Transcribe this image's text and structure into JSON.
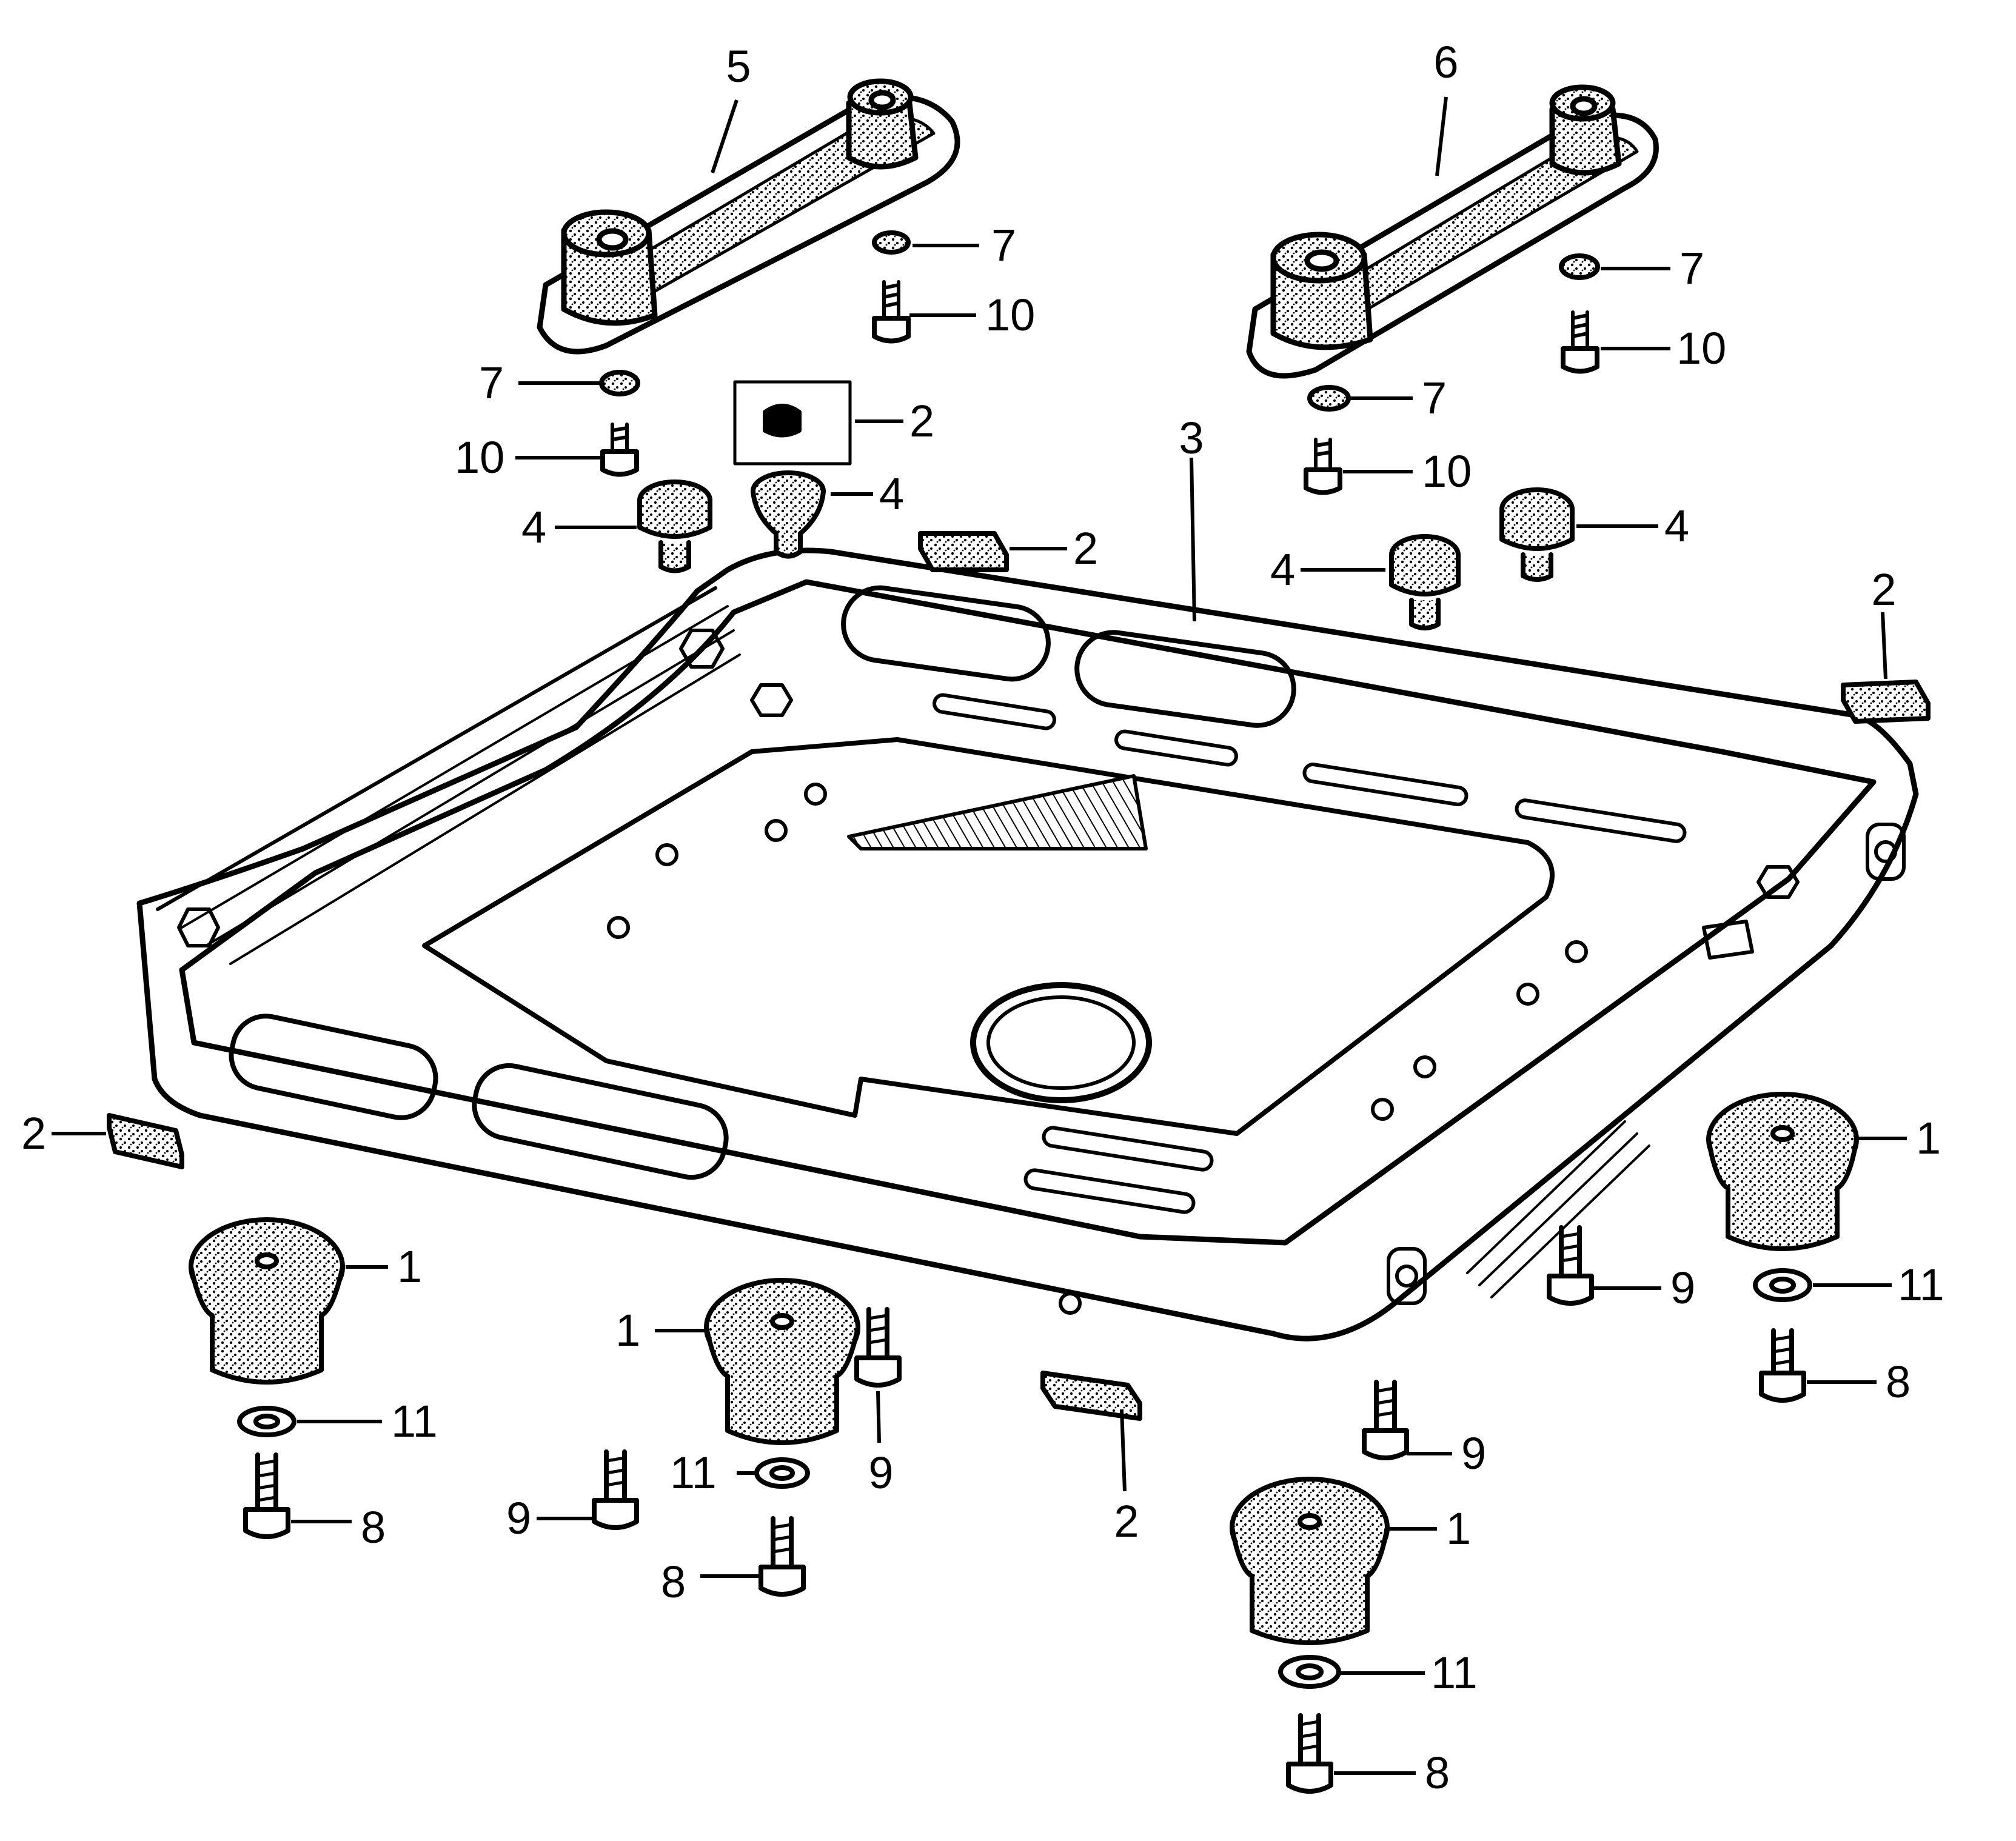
{
  "callouts": {
    "c1a": "1",
    "c1b": "1",
    "c1c": "1",
    "c1d": "1",
    "c2a": "2",
    "c2b": "2",
    "c2c": "2",
    "c2d": "2",
    "c2e": "2",
    "c3": "3",
    "c4a": "4",
    "c4b": "4",
    "c4c": "4",
    "c4d": "4",
    "c5": "5",
    "c6": "6",
    "c7a": "7",
    "c7b": "7",
    "c7c": "7",
    "c7d": "7",
    "c8a": "8",
    "c8b": "8",
    "c8c": "8",
    "c8d": "8",
    "c9a": "9",
    "c9b": "9",
    "c9c": "9",
    "c9d": "9",
    "c10a": "10",
    "c10b": "10",
    "c10c": "10",
    "c10d": "10",
    "c11a": "11",
    "c11b": "11",
    "c11c": "11",
    "c11d": "11"
  }
}
